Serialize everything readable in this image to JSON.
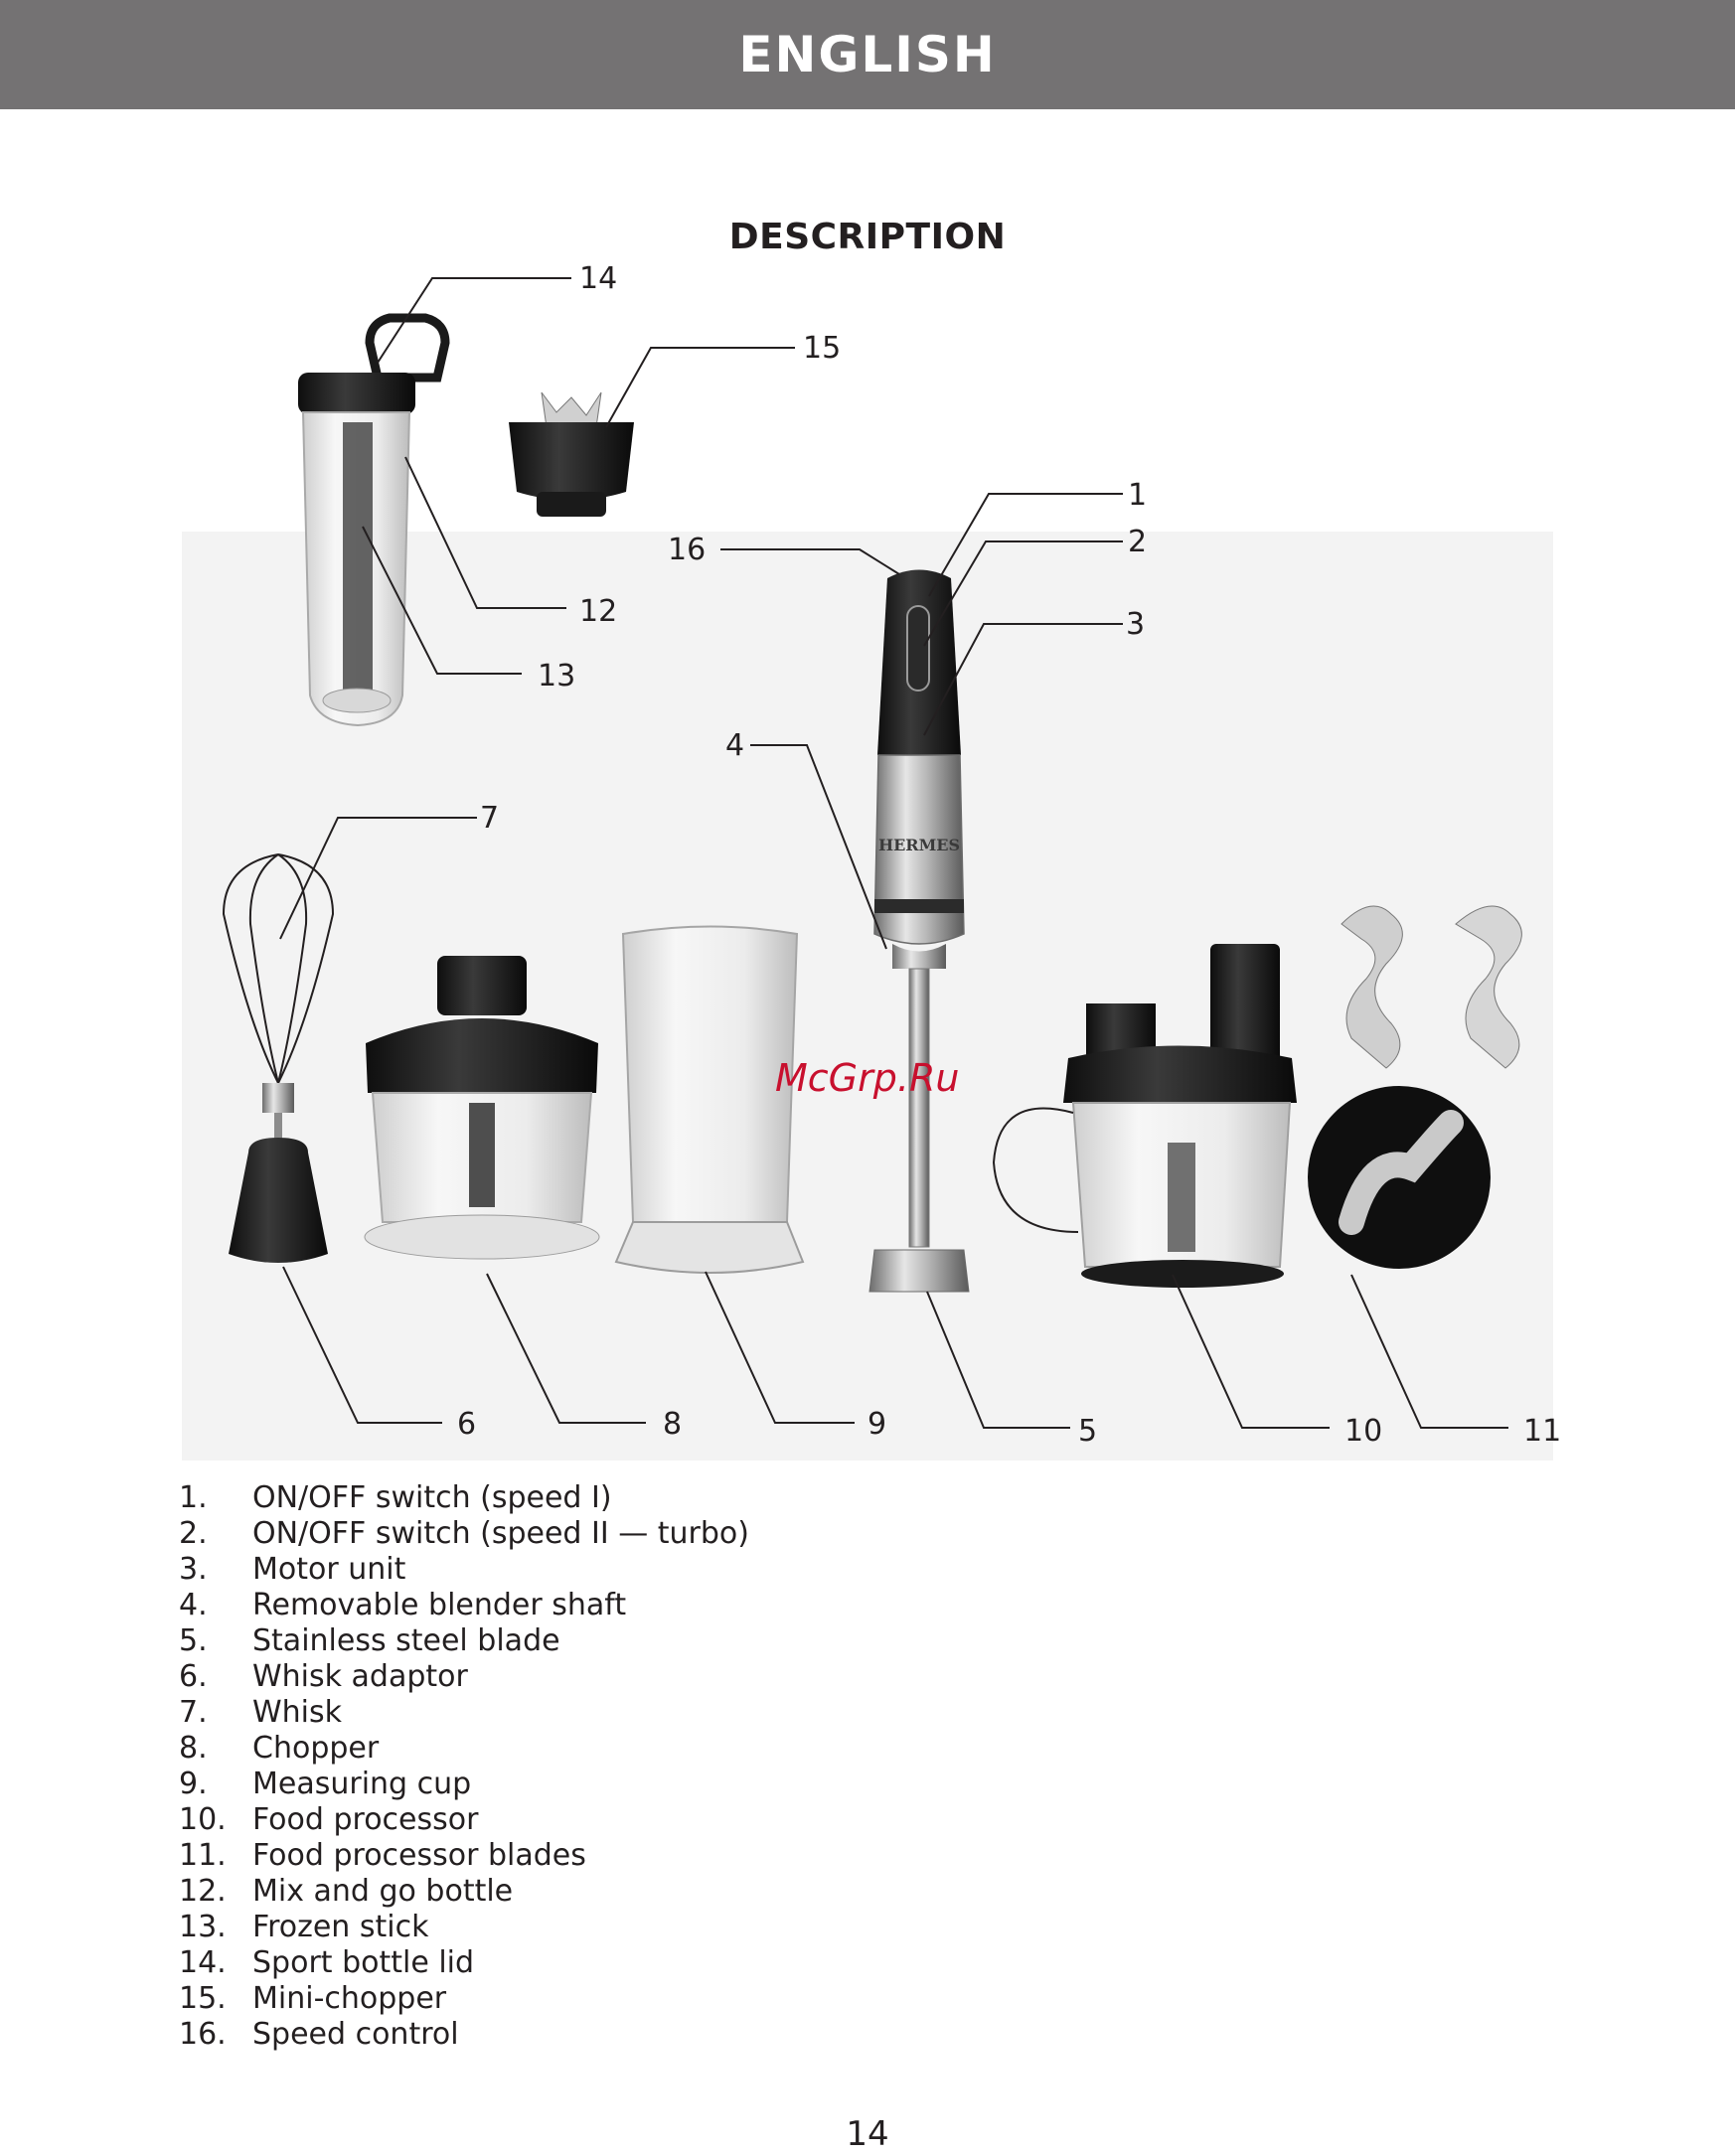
{
  "header": {
    "title": "ENGLISH"
  },
  "section": {
    "title": "DESCRIPTION"
  },
  "figure": {
    "callouts": [
      "1",
      "2",
      "3",
      "4",
      "5",
      "6",
      "7",
      "8",
      "9",
      "10",
      "11",
      "12",
      "13",
      "14",
      "15",
      "16"
    ],
    "brand_logo_text": "HERMES",
    "watermark": "McGrp.Ru"
  },
  "parts": [
    {
      "num": "1.",
      "label": "ON/OFF switch (speed I)"
    },
    {
      "num": "2.",
      "label": "ON/OFF switch (speed II — turbo)"
    },
    {
      "num": "3.",
      "label": "Motor unit"
    },
    {
      "num": "4.",
      "label": "Removable blender shaft"
    },
    {
      "num": "5.",
      "label": "Stainless steel blade"
    },
    {
      "num": "6.",
      "label": "Whisk adaptor"
    },
    {
      "num": "7.",
      "label": "Whisk"
    },
    {
      "num": "8.",
      "label": "Chopper"
    },
    {
      "num": "9.",
      "label": "Measuring cup"
    },
    {
      "num": "10.",
      "label": "Food processor"
    },
    {
      "num": "11.",
      "label": "Food processor blades"
    },
    {
      "num": "12.",
      "label": "Mix and go bottle"
    },
    {
      "num": "13.",
      "label": "Frozen stick"
    },
    {
      "num": "14.",
      "label": "Sport bottle lid"
    },
    {
      "num": "15.",
      "label": "Mini-chopper"
    },
    {
      "num": "16.",
      "label": "Speed control"
    }
  ],
  "page": {
    "number": "14"
  }
}
